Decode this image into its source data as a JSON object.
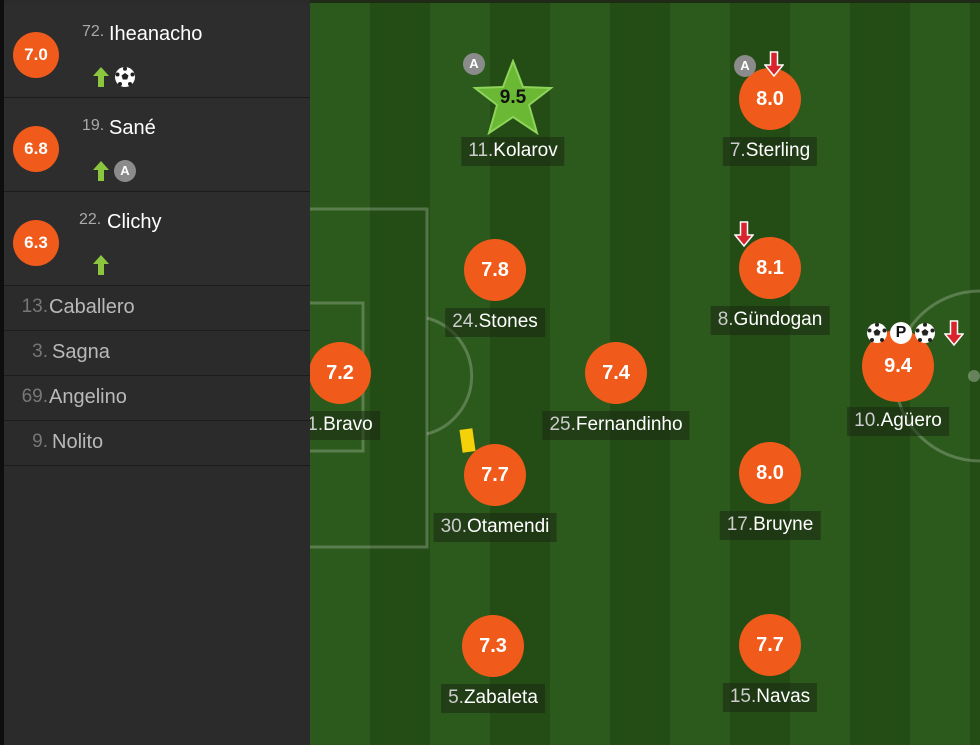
{
  "substitutes": [
    {
      "rating": "7.0",
      "number": "72.",
      "name": "Iheanacho",
      "icons": [
        "arrow-up-icon",
        "ball-icon"
      ]
    },
    {
      "rating": "6.8",
      "number": "19.",
      "name": "Sané",
      "icons": [
        "arrow-up-icon",
        "assist-icon"
      ]
    },
    {
      "rating": "6.3",
      "number": "22.",
      "name": "Clichy",
      "icons": [
        "arrow-up-icon"
      ]
    }
  ],
  "bench": [
    {
      "number": "13.",
      "name": "Caballero"
    },
    {
      "number": "3.",
      "name": "Sagna"
    },
    {
      "number": "69.",
      "name": "Angelino"
    },
    {
      "number": "9.",
      "name": "Nolito"
    }
  ],
  "badges": {
    "assist": "A",
    "penalty": "P"
  },
  "players": [
    {
      "id": "kolarov",
      "rating": "9.5",
      "number": "11.",
      "name": "Kolarov",
      "star": true,
      "icons": [
        "assist-icon"
      ]
    },
    {
      "id": "sterling",
      "rating": "8.0",
      "number": "7.",
      "name": "Sterling",
      "icons": [
        "assist-icon",
        "arrow-down-icon"
      ]
    },
    {
      "id": "stones",
      "rating": "7.8",
      "number": "24.",
      "name": "Stones",
      "icons": []
    },
    {
      "id": "gundogan",
      "rating": "8.1",
      "number": "8.",
      "name": "Gündogan",
      "icons": [
        "arrow-down-icon"
      ]
    },
    {
      "id": "bravo",
      "rating": "7.2",
      "number": "1.",
      "name": "Bravo",
      "icons": []
    },
    {
      "id": "fernandinho",
      "rating": "7.4",
      "number": "25.",
      "name": "Fernandinho",
      "icons": []
    },
    {
      "id": "aguero",
      "rating": "9.4",
      "number": "10.",
      "name": "Agüero",
      "icons": [
        "ball-icon",
        "penalty-icon",
        "ball-icon",
        "arrow-down-icon"
      ]
    },
    {
      "id": "otamendi",
      "rating": "7.7",
      "number": "30.",
      "name": "Otamendi",
      "icons": [
        "yellow-card-icon"
      ]
    },
    {
      "id": "bruyne",
      "rating": "8.0",
      "number": "17.",
      "name": "Bruyne",
      "icons": []
    },
    {
      "id": "zabaleta",
      "rating": "7.3",
      "number": "5.",
      "name": "Zabaleta",
      "icons": []
    },
    {
      "id": "navas",
      "rating": "7.7",
      "number": "15.",
      "name": "Navas",
      "icons": []
    }
  ],
  "colors": {
    "rating": "#f05a1a",
    "star": "#6ab833",
    "pitch_light": "#2c5a1c",
    "pitch_dark": "#244d16",
    "arrow_up": "#8cc63f",
    "arrow_down": "#d9232d",
    "yellow_card": "#f5d10a"
  }
}
